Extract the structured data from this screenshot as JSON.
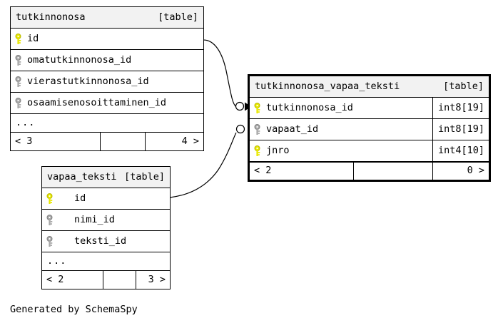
{
  "diagram": {
    "caption": "Generated by SchemaSpy",
    "background": "#ffffff",
    "line_color": "#000000",
    "header_background": "#f2f2f2",
    "pk_key_color": "#e8e800",
    "fk_key_color": "#a0a0a0",
    "table_tag": "[table]"
  },
  "tables": [
    {
      "id": "tutkinnonosa",
      "name": "tutkinnonosa",
      "tag": "[table]",
      "focal": false,
      "columns": [
        {
          "key": "pk",
          "name": "id",
          "type": ""
        },
        {
          "key": "fk",
          "name": "omatutkinnonosa_id",
          "type": ""
        },
        {
          "key": "fk",
          "name": "vierastutkinnonosa_id",
          "type": ""
        },
        {
          "key": "fk",
          "name": "osaamisenosoittaminen_id",
          "type": ""
        }
      ],
      "ellipsis": "...",
      "footer": {
        "left": "< 3",
        "middle": "",
        "right": "4 >"
      }
    },
    {
      "id": "tutkinnonosa_vapaa_teksti",
      "name": "tutkinnonosa_vapaa_teksti",
      "tag": "[table]",
      "focal": true,
      "columns": [
        {
          "key": "pk",
          "name": "tutkinnonosa_id",
          "type": "int8[19]"
        },
        {
          "key": "fk",
          "name": "vapaat_id",
          "type": "int8[19]"
        },
        {
          "key": "pk",
          "name": "jnro",
          "type": "int4[10]"
        }
      ],
      "ellipsis": "",
      "footer": {
        "left": "< 2",
        "middle": "",
        "right": "0 >"
      }
    },
    {
      "id": "vapaa_teksti",
      "name": "vapaa_teksti",
      "tag": "[table]",
      "focal": false,
      "columns": [
        {
          "key": "pk",
          "name": "id",
          "type": ""
        },
        {
          "key": "fk",
          "name": "nimi_id",
          "type": ""
        },
        {
          "key": "fk",
          "name": "teksti_id",
          "type": ""
        }
      ],
      "ellipsis": "...",
      "footer": {
        "left": "< 2",
        "middle": "",
        "right": "3 >"
      }
    }
  ],
  "relationships": [
    {
      "name": "tutkinnonosa-to-tutkinnonosa_vapaa_teksti",
      "from_table": "tutkinnonosa",
      "from_column": "id",
      "to_table": "tutkinnonosa_vapaa_teksti",
      "to_column": "tutkinnonosa_id",
      "end_marker": "arrow"
    },
    {
      "name": "vapaa_teksti-to-tutkinnonosa_vapaa_teksti",
      "from_table": "vapaa_teksti",
      "from_column": "id",
      "to_table": "tutkinnonosa_vapaa_teksti",
      "to_column": "vapaat_id",
      "end_marker": "circle"
    }
  ]
}
